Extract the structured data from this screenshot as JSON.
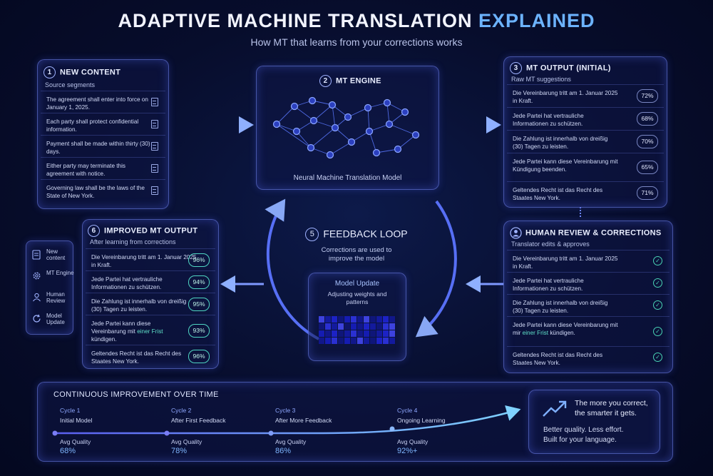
{
  "header": {
    "title_main": "ADAPTIVE MACHINE TRANSLATION",
    "title_highlight": "EXPLAINED",
    "subtitle": "How MT that learns from your corrections works"
  },
  "new_content": {
    "number": "1",
    "title": "NEW CONTENT",
    "subtitle": "Source segments",
    "segments": [
      "The agreement shall enter into force on January 1, 2025.",
      "Each party shall protect confidential information.",
      "Payment shall be made within thirty (30) days.",
      "Either party may terminate this agreement with notice.",
      "Governing law shall be the laws of the State of New York."
    ]
  },
  "mt_engine": {
    "number": "2",
    "title": "MT ENGINE",
    "caption": "Neural Machine Translation Model"
  },
  "mt_output": {
    "number": "3",
    "title": "MT OUTPUT (INITIAL)",
    "subtitle": "Raw MT suggestions",
    "segments": [
      {
        "text": "Die Vereinbarung tritt am 1. Januar 2025 in Kraft.",
        "score": "72%"
      },
      {
        "text": "Jede Partei hat vertrauliche Informationen zu schützen.",
        "score": "68%"
      },
      {
        "text": "Die Zahlung ist innerhalb von dreißig (30) Tagen zu leisten.",
        "score": "70%"
      },
      {
        "text": "Jede Partei kann diese Vereinbarung mit Kündigung beenden.",
        "score": "65%"
      },
      {
        "text": "Geltendes Recht ist das Recht des Staates New York.",
        "score": "71%"
      }
    ]
  },
  "human_review": {
    "title": "HUMAN REVIEW & CORRECTIONS",
    "subtitle": "Translator edits & approves",
    "segments": [
      {
        "text": "Die Vereinbarung tritt am 1. Januar 2025 in Kraft."
      },
      {
        "text": "Jede Partei hat vertrauliche Informationen zu schützen."
      },
      {
        "text": "Die Zahlung ist innerhalb von dreißig (30) Tagen zu leisten."
      },
      {
        "pre": "Jede Partei kann diese Vereinbarung mit mir ",
        "hl": "einer Frist",
        "post": " kündigen."
      },
      {
        "text": "Geltendes Recht ist das Recht des Staates New York."
      }
    ]
  },
  "feedback": {
    "number": "5",
    "title": "FEEDBACK LOOP",
    "desc": "Corrections are used to improve the model",
    "update_title": "Model Update",
    "update_desc": "Adjusting weights and patterns",
    "heatmap": [
      0.9,
      0.5,
      0.7,
      0.3,
      0.6,
      0.8,
      0.4,
      0.9,
      0.3,
      0.5,
      0.7,
      0.4,
      0.3,
      0.8,
      0.5,
      0.9,
      0.2,
      0.6,
      0.4,
      0.7,
      0.5,
      0.3,
      0.8,
      0.9,
      0.6,
      0.4,
      0.7,
      0.3,
      0.5,
      0.8,
      0.4,
      0.6,
      0.3,
      0.5,
      0.7,
      0.9,
      0.4,
      0.6,
      0.8,
      0.3,
      0.6,
      0.4,
      0.9,
      0.5,
      0.3,
      0.7,
      0.8,
      0.5
    ]
  },
  "improved_output": {
    "number": "6",
    "title": "IMPROVED MT OUTPUT",
    "subtitle": "After learning from corrections",
    "segments": [
      {
        "text": "Die Vereinbarung tritt am 1. Januar 2025 in Kraft.",
        "score": "96%"
      },
      {
        "text": "Jede Partei hat vertrauliche Informationen zu schützen.",
        "score": "94%"
      },
      {
        "text": "Die Zahlung ist innerhalb von dreißig (30) Tagen zu leisten.",
        "score": "95%"
      },
      {
        "pre": "Jede Partei kann diese Vereinbarung mit ",
        "hl": "einer Frist",
        "post": " kündigen.",
        "score": "93%"
      },
      {
        "text": "Geltendes Recht ist das Recht des Staates New York.",
        "score": "96%"
      }
    ]
  },
  "legend": {
    "items": [
      {
        "icon": "document-icon",
        "label": "New content"
      },
      {
        "icon": "gear-icon",
        "label": "MT Engine"
      },
      {
        "icon": "person-icon",
        "label": "Human Review"
      },
      {
        "icon": "refresh-icon",
        "label": "Model Update"
      }
    ]
  },
  "improvement": {
    "title": "CONTINUOUS IMPROVEMENT OVER TIME",
    "quality_label": "Avg Quality",
    "cycles": [
      {
        "cycle": "Cycle 1",
        "name": "Initial Model",
        "quality": "68%"
      },
      {
        "cycle": "Cycle 2",
        "name": "After First Feedback",
        "quality": "78%"
      },
      {
        "cycle": "Cycle 3",
        "name": "After More Feedback",
        "quality": "86%"
      },
      {
        "cycle": "Cycle 4",
        "name": "Ongoing Learning",
        "quality": "92%+"
      }
    ]
  },
  "callout": {
    "line1": "The more you correct,",
    "line2": "the smarter it gets.",
    "line3": "Better quality. Less effort.",
    "line4": "Built for your language."
  },
  "colors": {
    "accent_blue": "#6cb3ff",
    "accent_green": "#5fe0c8",
    "panel_border": "#7888ff"
  }
}
